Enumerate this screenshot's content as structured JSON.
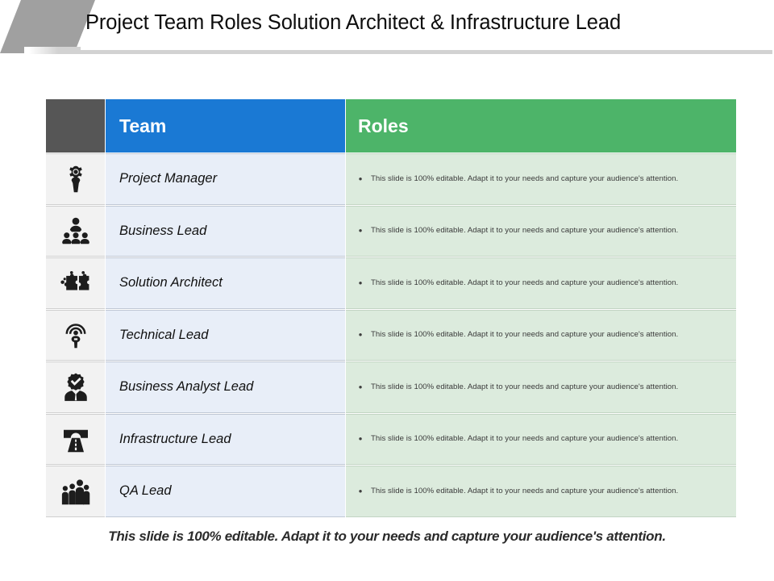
{
  "header": {
    "title": "Project Team Roles Solution Architect & Infrastructure Lead",
    "accent_shape_color": "#a0a0a0",
    "underline_color": "#d2d2d2"
  },
  "table": {
    "columns": [
      {
        "key": "icon",
        "label": "",
        "header_bg": "#565656"
      },
      {
        "key": "team",
        "label": "Team",
        "header_bg": "#1a79d4"
      },
      {
        "key": "roles",
        "label": "Roles",
        "header_bg": "#4db469"
      }
    ],
    "rows": [
      {
        "icon": "project-manager-gear-person-icon",
        "team": "Project Manager",
        "roles": "This slide is 100% editable.  Adapt it to your needs and capture your audience's attention."
      },
      {
        "icon": "business-lead-team-hierarchy-icon",
        "team": "Business Lead",
        "roles": "This slide is 100% editable.  Adapt it to your needs and capture your audience's attention."
      },
      {
        "icon": "solution-architect-puzzle-pieces-icon",
        "team": "Solution Architect",
        "roles": "This slide is 100% editable.  Adapt it to your needs and capture your audience's attention."
      },
      {
        "icon": "technical-lead-signal-person-icon",
        "team": "Technical Lead",
        "roles": "This slide is 100% editable.  Adapt it to your needs and capture your audience's attention."
      },
      {
        "icon": "business-analyst-lead-businessman-gear-icon",
        "team": "Business Analyst Lead",
        "roles": "This slide is 100% editable.  Adapt it to your needs and capture your audience's attention."
      },
      {
        "icon": "infrastructure-lead-road-tunnel-icon",
        "team": "Infrastructure Lead",
        "roles": "This slide is 100% editable.  Adapt it to your needs and capture your audience's attention."
      },
      {
        "icon": "qa-lead-people-group-icon",
        "team": "QA Lead",
        "roles": "This slide is 100% editable.  Adapt it to your needs and capture your audience's attention."
      }
    ],
    "bullet_glyph": "•",
    "team_cell_bg": "#e8eef8",
    "roles_cell_bg": "#dcebdd",
    "icon_cell_bg": "#f2f2f2"
  },
  "footer": {
    "note": "This slide is 100% editable. Adapt it to your needs and capture your audience's attention."
  }
}
